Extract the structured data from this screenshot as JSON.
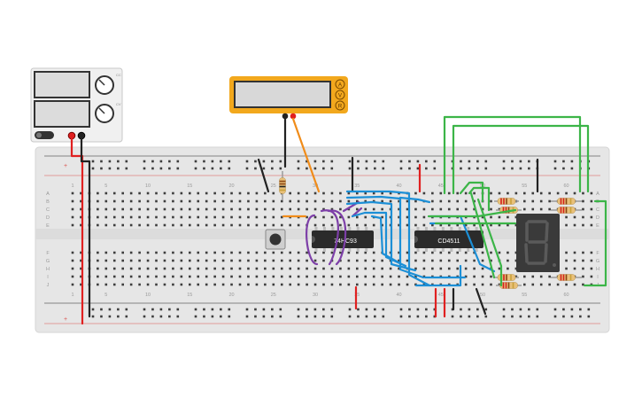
{
  "canvas": {
    "background": "#ffffff"
  },
  "breadboard": {
    "column_labels": [
      "1",
      "5",
      "10",
      "15",
      "20",
      "25",
      "30",
      "35",
      "40",
      "45",
      "50",
      "55",
      "60"
    ],
    "row_labels_top": [
      "A",
      "B",
      "C",
      "D",
      "E"
    ],
    "row_labels_bottom": [
      "F",
      "G",
      "H",
      "I",
      "J"
    ],
    "rail_plus_label": "+",
    "rail_minus_label": "-",
    "board_color": "#e6e6e6",
    "rail_red": "#d9534f",
    "rail_black": "#222222"
  },
  "chips": {
    "counter": {
      "label": "74HC93"
    },
    "decoder": {
      "label": "CD4511"
    }
  },
  "multimeter": {
    "buttons": [
      "A",
      "V",
      "R"
    ],
    "body_color": "#f2a81d"
  },
  "power_supply": {
    "knob_tick_labels": [
      "CC",
      "CV"
    ]
  },
  "display": {
    "segment_color": "#5a5a5a"
  },
  "wire_colors": {
    "red": "#e02020",
    "black": "#222222",
    "orange": "#f08c1a",
    "blue": "#1c8fd6",
    "green": "#3cb548",
    "purple": "#7d3fa8"
  }
}
